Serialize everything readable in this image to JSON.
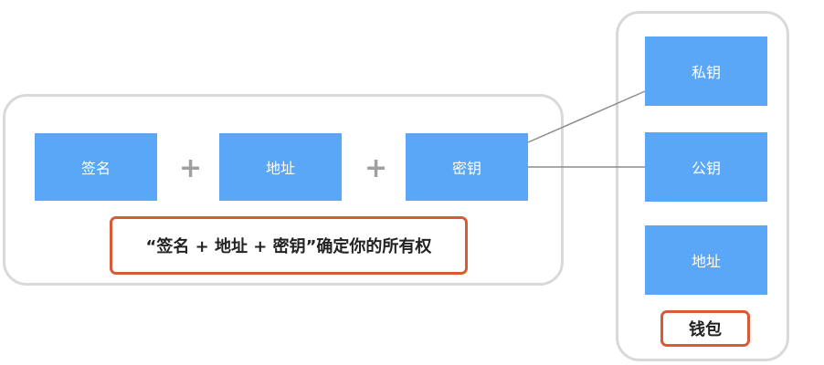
{
  "ownership": {
    "blocks": {
      "signature": "签名",
      "address": "地址",
      "key": "密钥"
    },
    "plus": "+",
    "caption": "“签名 + 地址 + 密钥”确定你的所有权"
  },
  "wallet": {
    "blocks": {
      "private_key": "私钥",
      "public_key": "公钥",
      "address": "地址"
    },
    "label": "钱包"
  },
  "colors": {
    "block_fill": "#5aa7f7",
    "highlight_border": "#d95a36",
    "group_border": "#d9d9d9",
    "connector": "#8c8c8c"
  }
}
